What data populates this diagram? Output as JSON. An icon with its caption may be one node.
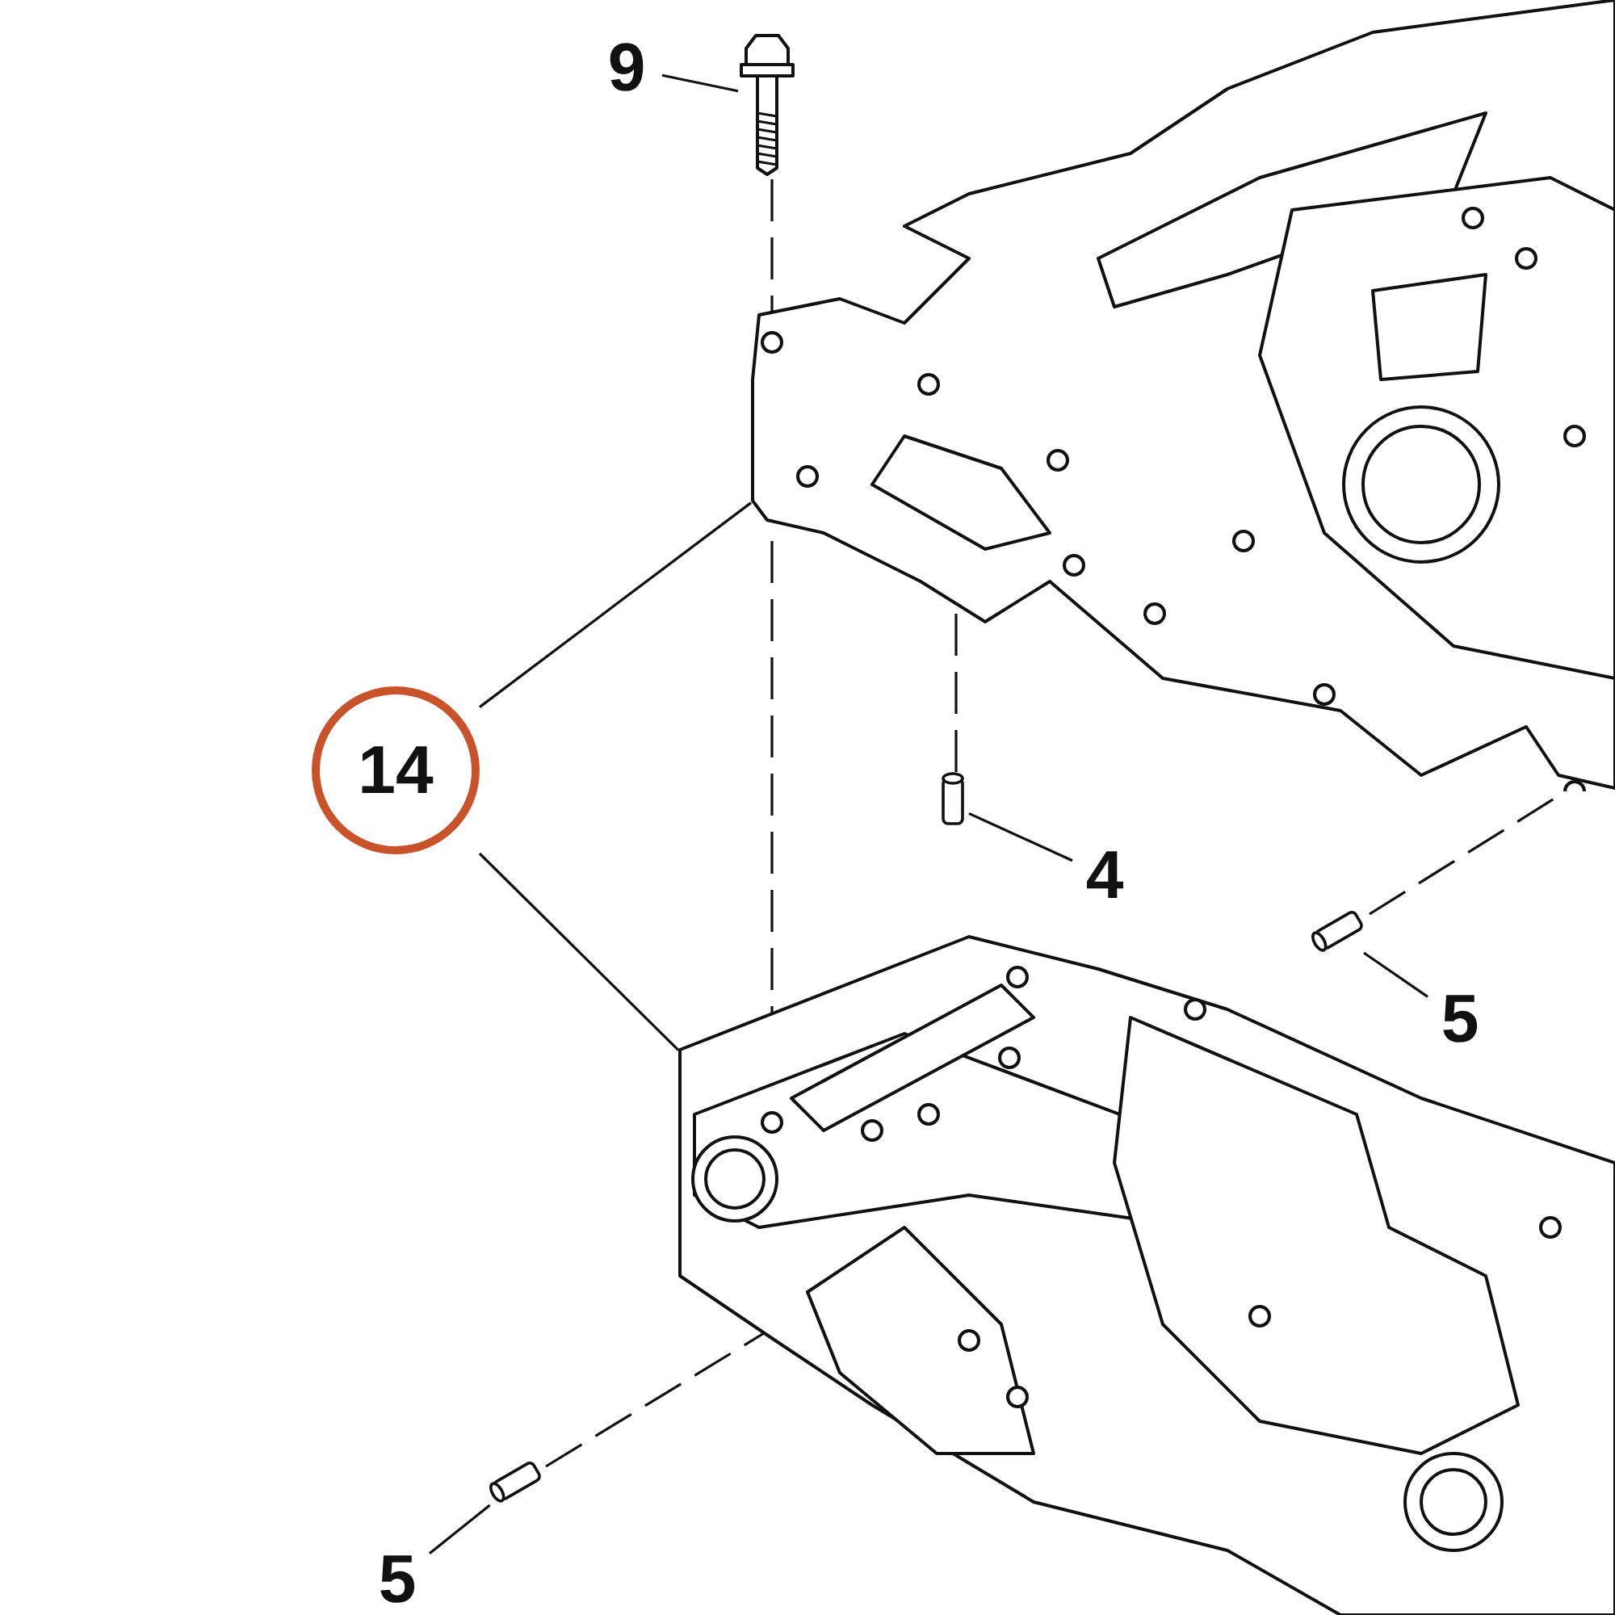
{
  "diagram": {
    "nodes": [
      {
        "text": [
          "9"
        ]
      },
      {
        "text": [],
        "shape": "picture"
      },
      {
        "text": [
          "14"
        ]
      },
      {
        "text": [],
        "shape": "picture"
      },
      {
        "text": [],
        "shape": "picture"
      },
      {
        "text": [],
        "shape": "cylinder"
      },
      {
        "text": [
          "4"
        ]
      },
      {
        "text": [],
        "shape": "cylinder"
      },
      {
        "text": [
          "5"
        ]
      },
      {
        "text": [],
        "shape": "cylinder"
      },
      {
        "text": [
          "5"
        ]
      }
    ],
    "edges": [
      {
        "from": 0,
        "to": 1,
        "arrow": "none"
      },
      {
        "from": 2,
        "to": 3,
        "arrow": "none"
      },
      {
        "from": 2,
        "to": 4,
        "arrow": "none"
      },
      {
        "from": 6,
        "to": 5,
        "arrow": "none"
      },
      {
        "from": 8,
        "to": 7,
        "arrow": "none"
      },
      {
        "from": 10,
        "to": 9,
        "arrow": "none"
      },
      {
        "from": 1,
        "to": 3,
        "arrow": "none",
        "style": "dashed"
      },
      {
        "from": 5,
        "to": 3,
        "arrow": "none",
        "style": "dashed"
      },
      {
        "from": 7,
        "to": 3,
        "arrow": "none",
        "style": "dashed"
      },
      {
        "from": 9,
        "to": 4,
        "arrow": "none",
        "style": "dashed"
      },
      {
        "from": 3,
        "to": 4,
        "arrow": "none",
        "style": "dashed"
      }
    ]
  }
}
